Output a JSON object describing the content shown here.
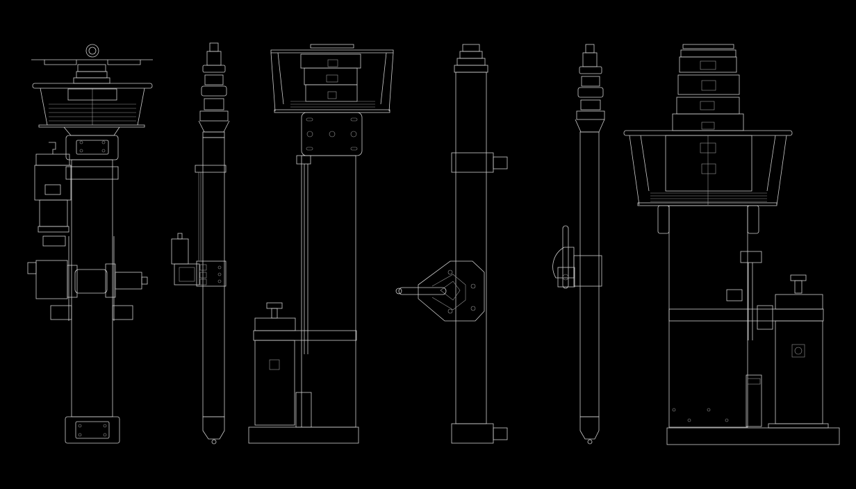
{
  "drawing": {
    "background_color": "#000000",
    "line_color": "#cfcfcf",
    "views": [
      {
        "id": "view-1",
        "type": "mast-front-with-light-head"
      },
      {
        "id": "view-2",
        "type": "mast-slim-side"
      },
      {
        "id": "view-3",
        "type": "mast-with-cylinder-side"
      },
      {
        "id": "view-4",
        "type": "mast-with-winch"
      },
      {
        "id": "view-5",
        "type": "mast-slim-side-2"
      },
      {
        "id": "view-6",
        "type": "mast-with-cylinder-front"
      }
    ]
  }
}
